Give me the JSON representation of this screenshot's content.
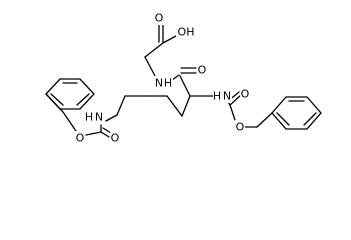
{
  "molecule": {
    "labels": {
      "hydroxyl_oh": "OH",
      "acid_carbonyl_o": "O",
      "amide_nh": "N",
      "amide_h": "H",
      "amide_carbonyl_o": "O",
      "alpha_nh": "N",
      "alpha_h": "H",
      "alpha_cbz_carbonyl_o": "O",
      "alpha_cbz_ester_o": "O",
      "epsilon_nh": "N",
      "epsilon_h": "H",
      "epsilon_cbz_carbonyl_o": "O",
      "epsilon_cbz_ester_o": "O"
    }
  }
}
